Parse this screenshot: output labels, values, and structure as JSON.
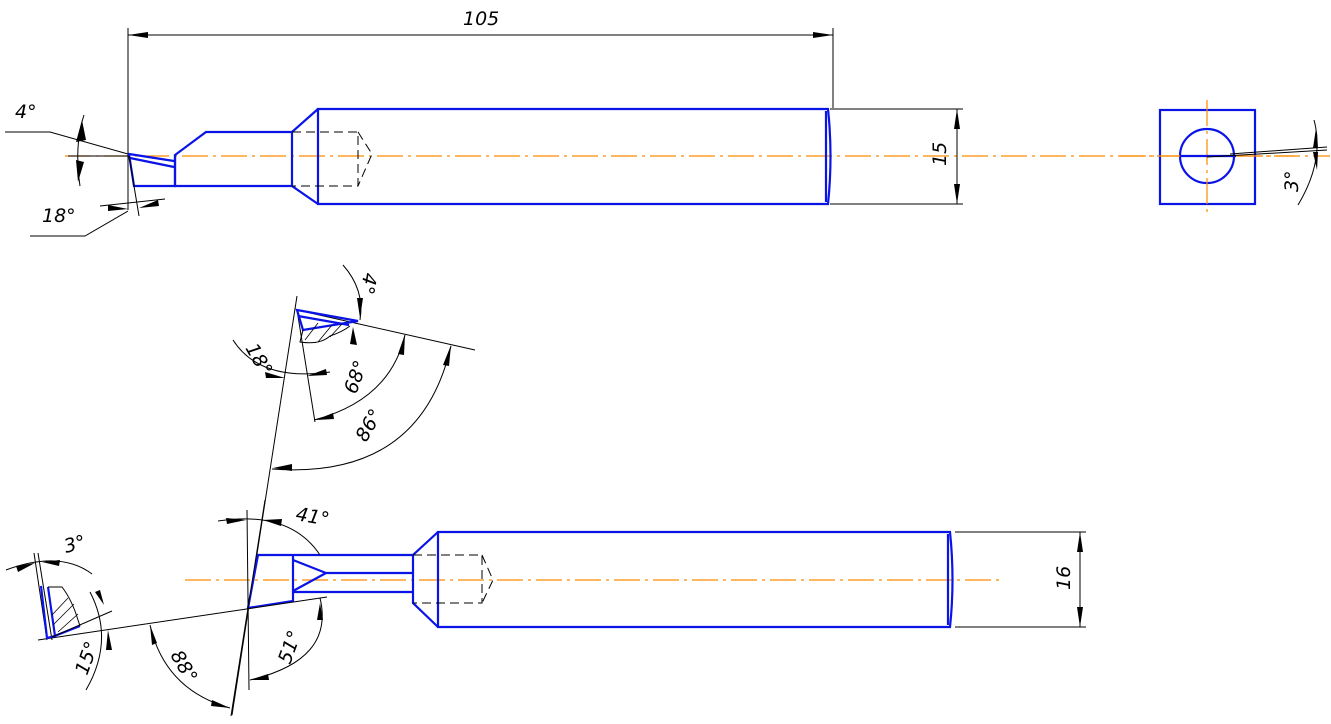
{
  "drawing": {
    "colors": {
      "outline": "#0a14e6",
      "centerline": "#ff8a00",
      "dimension": "#000000"
    },
    "top_view": {
      "length_dim": "105",
      "shank_dim": "15",
      "angle_top": "4°",
      "angle_bottom": "18°"
    },
    "end_view": {
      "angle": "3°"
    },
    "tip_section": {
      "angle_4": "4°",
      "angle_18": "18°",
      "angle_68": "68°",
      "angle_86": "86°"
    },
    "plan_view": {
      "shank_dim": "16",
      "angle_41": "41°",
      "angle_51": "51°",
      "angle_88": "88°"
    },
    "side_section": {
      "angle_3": "3°",
      "angle_15": "15°"
    }
  }
}
